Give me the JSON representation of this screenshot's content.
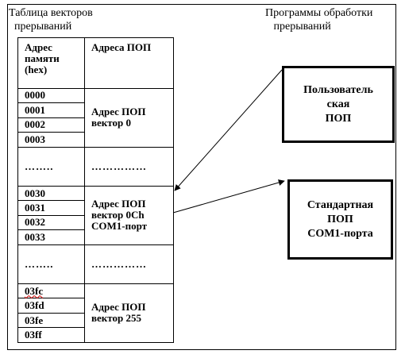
{
  "captions": {
    "vector_table": "Таблица векторов\n  прерываний",
    "handlers": "Программы обработки\n   прерываний"
  },
  "table": {
    "col1_header": "Адрес\nпамяти\n(hex)",
    "col2_header": "Адреса ПОП",
    "groups": [
      {
        "addresses": [
          "0000",
          "0001",
          "0002",
          "0003"
        ],
        "pointer": "Адрес ПОП\nвектор 0"
      },
      {
        "dots_left": "……..",
        "dots_right": "……………"
      },
      {
        "addresses": [
          "0030",
          "0031",
          "0032",
          "0033"
        ],
        "pointer": "Адрес ПОП\nвектор 0Ch\nCOM1-порт"
      },
      {
        "dots_left": "……..",
        "dots_right": "……………"
      },
      {
        "addresses": [
          "03fc",
          "03fd",
          "03fe",
          "03ff"
        ],
        "pointer": "Адрес ПОП\nвектор 255"
      }
    ]
  },
  "boxes": {
    "user_isr": "Пользователь\nская\nПОП",
    "standard_isr": "Стандартная\nПОП\nCOM1-порта"
  }
}
